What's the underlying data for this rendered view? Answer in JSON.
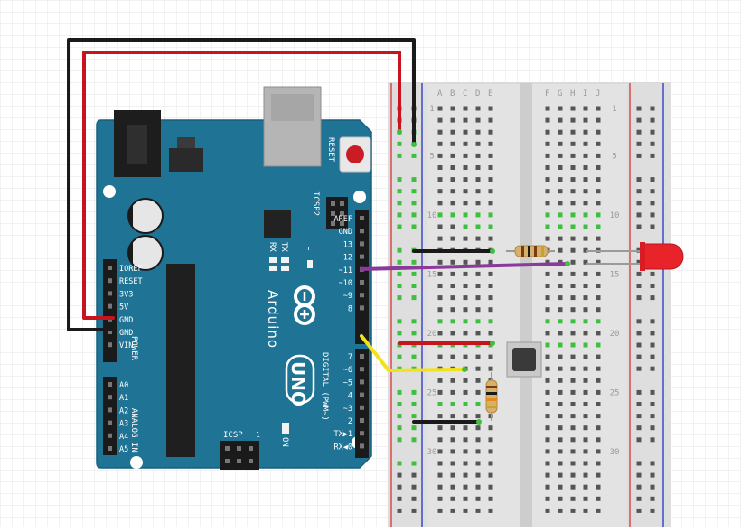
{
  "board": {
    "brand": "Arduino",
    "model": "UNO",
    "reset_label": "RESET",
    "icsp2_label": "ICSP2",
    "icsp_label": "ICSP",
    "on_label": "ON",
    "tx_label": "TX",
    "rx_label": "RX",
    "l_label": "L",
    "digital_header": "DIGITAL (PWM~)",
    "power_header": "POWER",
    "analog_header": "ANALOG IN",
    "icsp_pin1": "1",
    "power_pins": [
      "IOREF",
      "RESET",
      "3V3",
      "5V",
      "GND",
      "GND",
      "VIN"
    ],
    "analog_pins": [
      "A0",
      "A1",
      "A2",
      "A3",
      "A4",
      "A5"
    ],
    "digital_top_pins": [
      "AREF",
      "GND",
      "13",
      "12",
      "~11",
      "~10",
      "~9",
      "8"
    ],
    "digital_bottom_pins": [
      "7",
      "~6",
      "~5",
      "4",
      "~3",
      "2",
      "TX▶1",
      "RX◀0"
    ]
  },
  "breadboard": {
    "columns_left": [
      "A",
      "B",
      "C",
      "D",
      "E"
    ],
    "columns_right": [
      "F",
      "G",
      "H",
      "I",
      "J"
    ],
    "row_numbers": [
      "1",
      "5",
      "10",
      "15",
      "20",
      "25",
      "30"
    ]
  },
  "colors": {
    "board": "#1f7394",
    "wire_red": "#c8141e",
    "wire_black": "#1a1a1a",
    "wire_purple": "#8a3a9a",
    "wire_yellow": "#f2e21a",
    "led": "#e8232a",
    "rail_red": "#d94a4a",
    "rail_blue": "#3b49c9",
    "hole_active": "#3fbf3f"
  }
}
